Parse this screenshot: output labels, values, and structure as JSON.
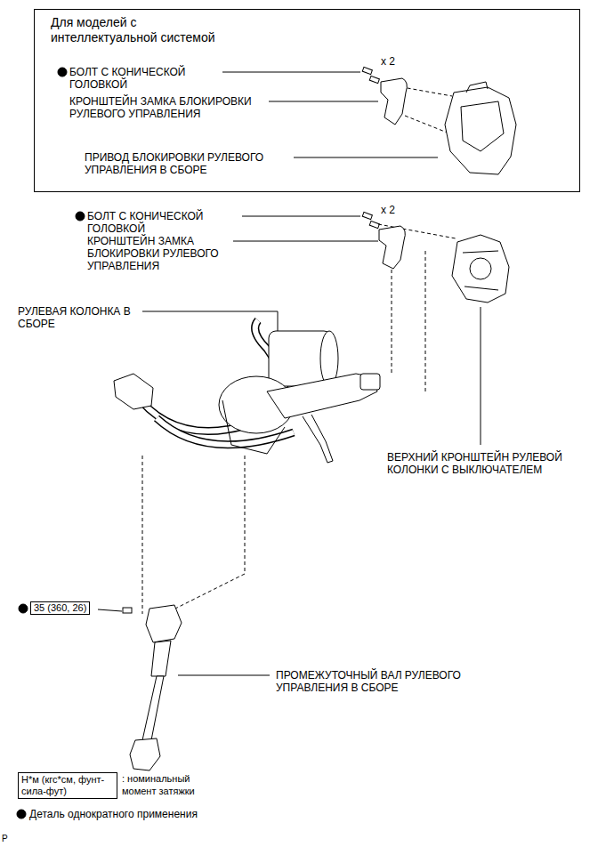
{
  "diagram": {
    "nodes": [
      {
        "text": [
          "Для моделей с интеллектуальной системой"
        ]
      },
      {
        "text": [
          "35 (360, 26)"
        ]
      },
      {
        "text": [
          "Н*м (кгс*см, фунт-сила-фут)"
        ]
      }
    ],
    "labels": [
      "БОЛТ С КОНИЧЕСКОЙ ГОЛОВКОЙ",
      "x 2",
      "КРОНШТЕЙН ЗАМКА БЛОКИРОВКИ РУЛЕВОГО УПРАВЛЕНИЯ",
      "ПРИВОД БЛОКИРОВКИ РУЛЕВОГО УПРАВЛЕНИЯ В СБОРЕ",
      "БОЛТ С КОНИЧЕСКОЙ ГОЛОВКОЙ",
      "x 2",
      "КРОНШТЕЙН ЗАМКА БЛОКИРОВКИ РУЛЕВОГО УПРАВЛЕНИЯ",
      "РУЛЕВАЯ КОЛОНКА В СБОРЕ",
      "ВЕРХНИЙ КРОНШТЕЙН РУЛЕВОЙ КОЛОНКИ С ВЫКЛЮЧАТЕЛЕМ",
      "ПРОМЕЖУТОЧНЫЙ ВАЛ РУЛЕВОГО УПРАВЛЕНИЯ В СБОРЕ",
      ": номинальный момент затяжки",
      "Деталь однократного применения",
      "P"
    ]
  }
}
